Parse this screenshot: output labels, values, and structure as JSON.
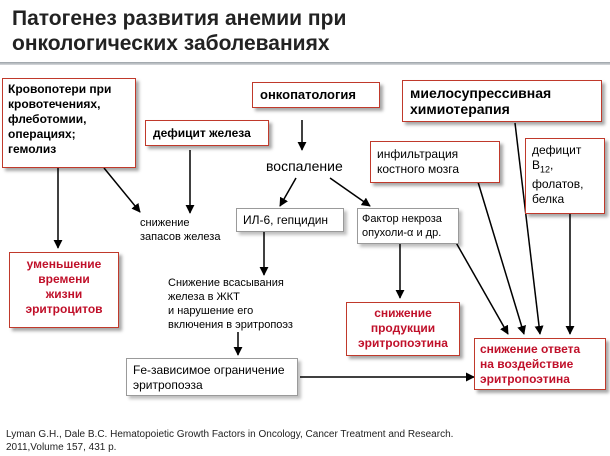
{
  "title": "Патогенез развития анемии при\nонкологических заболеваниях",
  "boxes": {
    "blood_loss": "Кровопотери при\nкровотечениях,\nфлеботомии,\nоперациях;\nгемолиз",
    "iron_deficit": "дефицит железа",
    "oncopathology": "онкопатология",
    "myelosuppressive": "миелосупрессивная\nхимиотерапия",
    "marrow_infiltration": "инфильтрация\nкостного мозга",
    "deficit_b12_main": "дефицит\nB",
    "deficit_b12_sub": "12",
    "deficit_b12_rest": "фолатов,\nбелка",
    "inflammation": "воспаление",
    "iron_stores": "снижение\n   запасов железа",
    "il6": "ИЛ-6, гепцидин",
    "tnf": "Фактор некроза\nопухоли-α и др.",
    "rbc_life": "уменьшение\nвремени\nжизни\nэритроцитов",
    "absorption": "Снижение всасывания\nжелеза в ЖКТ\nи нарушение его\nвключения в эритропоэз",
    "epo_production": "снижение\nпродукции\nэритропоэтина",
    "fe_limit": "Fe-зависимое ограничение\nэритропоэза",
    "epo_response": "снижение ответа\nна воздействие\nэритропоэтина"
  },
  "reference": "Lyman G.H., Dale B.C. Hematopoietic Growth Factors in Oncology, Cancer Treatment and Research.\n2011,Volume 157, 431 р."
}
